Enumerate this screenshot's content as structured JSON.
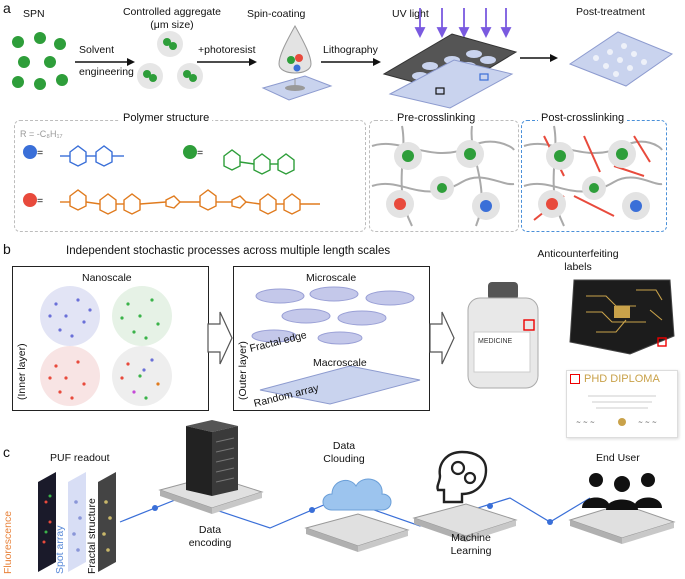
{
  "colors": {
    "blue": "#3a6fd8",
    "green": "#2e9e3a",
    "red": "#e84a3c",
    "orange": "#e07b1e",
    "purple": "#7a5ae0",
    "dash_blue": "#4a90d9",
    "dash_gray": "#bdbdbd",
    "fluorescence": "#e8823a",
    "spot_array": "#5a8ad8"
  },
  "panel_a": {
    "letter": "a",
    "spn": "SPN",
    "controlled_aggregate": "Controlled aggregate",
    "size_note": "(μm size)",
    "spin_coating": "Spin-coating",
    "uv_light": "UV light",
    "post_treatment": "Post-treatment",
    "solvent": "Solvent",
    "engineering": "engineering",
    "photoresist": "+photoresist",
    "lithography": "Lithography",
    "polymer_structure": "Polymer structure",
    "r_formula": "R = -C₈H₁₇",
    "pre_crosslinking": "Pre-crosslinking",
    "post_crosslinking": "Post-crosslinking",
    "equals": "="
  },
  "panel_b": {
    "letter": "b",
    "heading": "Independent stochastic processes across multiple length scales",
    "nanoscale": "Nanoscale",
    "inner_layer": "(Inner layer)",
    "microscale": "Microscale",
    "outer_layer": "(Outer layer)",
    "fractal_edge": "Fractal edge",
    "macroscale": "Macroscale",
    "random_array": "Random array",
    "anticounterfeiting": "Anticounterfeiting",
    "labels": "labels",
    "medicine": "MEDICINE",
    "phd_diploma": "PHD DIPLOMA"
  },
  "panel_c": {
    "letter": "c",
    "puf_readout": "PUF readout",
    "fluorescence": "Fluorescence",
    "spot_array": "Spot array",
    "fractal_structure": "Fractal structure",
    "data_encoding_1": "Data",
    "data_encoding_2": "encoding",
    "data_clouding_1": "Data",
    "data_clouding_2": "Clouding",
    "machine_learning_1": "Machine",
    "machine_learning_2": "Learning",
    "end_user": "End User"
  }
}
